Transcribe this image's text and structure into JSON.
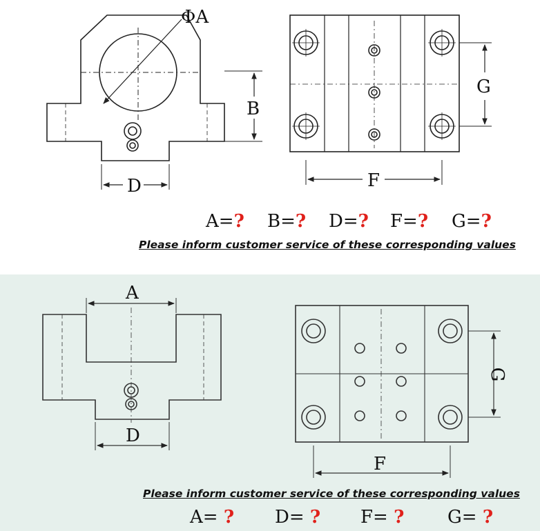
{
  "top": {
    "labels": {
      "phi_a": "ΦA",
      "b": "B",
      "d": "D",
      "f": "F",
      "g": "G"
    },
    "values": [
      {
        "label": "A=",
        "value": "?"
      },
      {
        "label": "B=",
        "value": "?"
      },
      {
        "label": "D=",
        "value": "?"
      },
      {
        "label": "F=",
        "value": "?"
      },
      {
        "label": "G=",
        "value": "?"
      }
    ],
    "notice": "Please inform customer service of these corresponding values"
  },
  "bottom": {
    "labels": {
      "a": "A",
      "d": "D",
      "f": "F",
      "g": "G"
    },
    "values": [
      {
        "label": "A= ",
        "value": "?"
      },
      {
        "label": "D= ",
        "value": "?"
      },
      {
        "label": "F= ",
        "value": "?"
      },
      {
        "label": "G= ",
        "value": "?"
      }
    ],
    "notice": "Please inform customer service of these corresponding values"
  },
  "colors": {
    "question_mark": "#e0211b",
    "bottom_background": "#e6f0ec"
  }
}
